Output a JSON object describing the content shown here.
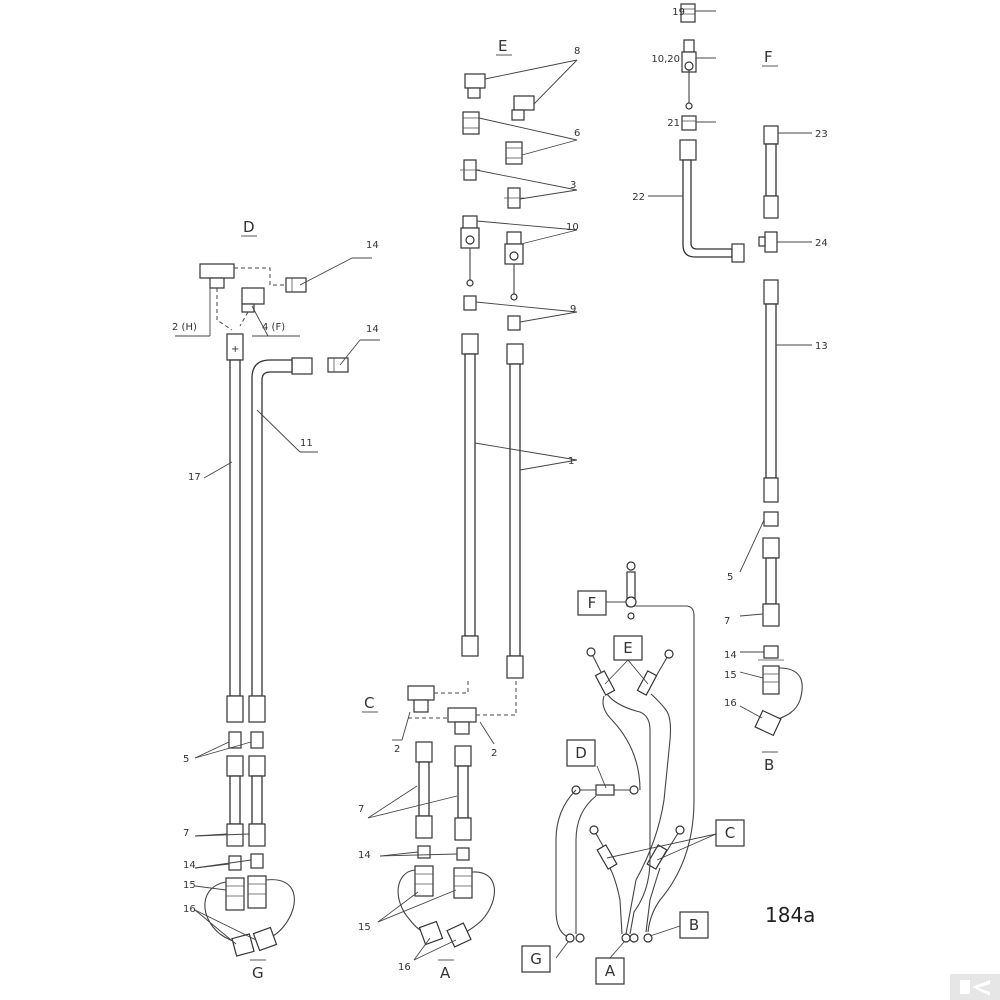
{
  "figure": {
    "number": "184a",
    "brand_mark": "K"
  },
  "groups": {
    "D": "D",
    "E": "E",
    "F": "F",
    "C": "C",
    "G": "G",
    "A": "A",
    "B": "B"
  },
  "callouts": {
    "c19": "19",
    "c10_20": "10,20",
    "c21": "21",
    "c22": "22",
    "c23": "23",
    "c24": "24",
    "c13": "13",
    "c8": "8",
    "c6": "6",
    "c3": "3",
    "c10": "10",
    "c9": "9",
    "c1": "1",
    "c14a": "14",
    "c2h": "2 (H)",
    "c4f": "4 (F)",
    "c14b": "14",
    "c11": "11",
    "c17": "17",
    "c5_left": "5",
    "c7_left": "7",
    "c14_left": "14",
    "c15_left": "15",
    "c16_left": "16",
    "c2_a": "2",
    "c2_b": "2",
    "c7_mid": "7",
    "c14_mid": "14",
    "c15_mid": "15",
    "c16_mid": "16",
    "c5_right": "5",
    "c7_right": "7",
    "c14_right": "14",
    "c15_right": "15",
    "c16_right": "16"
  },
  "schematic": {
    "F": "F",
    "E": "E",
    "D": "D",
    "C": "C",
    "B": "B",
    "G": "G",
    "A": "A"
  }
}
